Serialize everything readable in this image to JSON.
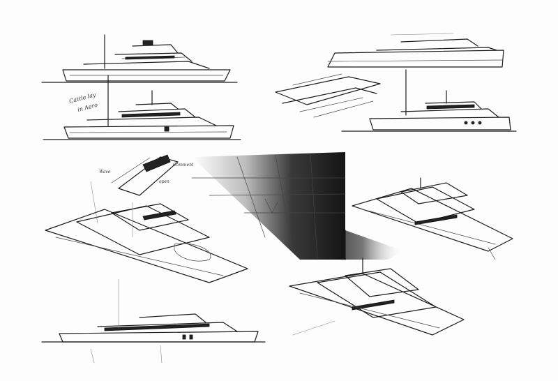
{
  "sketch_sheet": {
    "background_color": "#fdfdfd",
    "ink_color": "#1a1a1a",
    "gradient_dark": "#141414",
    "annotations": {
      "note_top_left_line1": "Cattle lay",
      "note_top_left_line2": "in Aero",
      "note_detail_1": "Wave",
      "note_detail_2": "open",
      "note_detail_3": "Comment"
    }
  }
}
